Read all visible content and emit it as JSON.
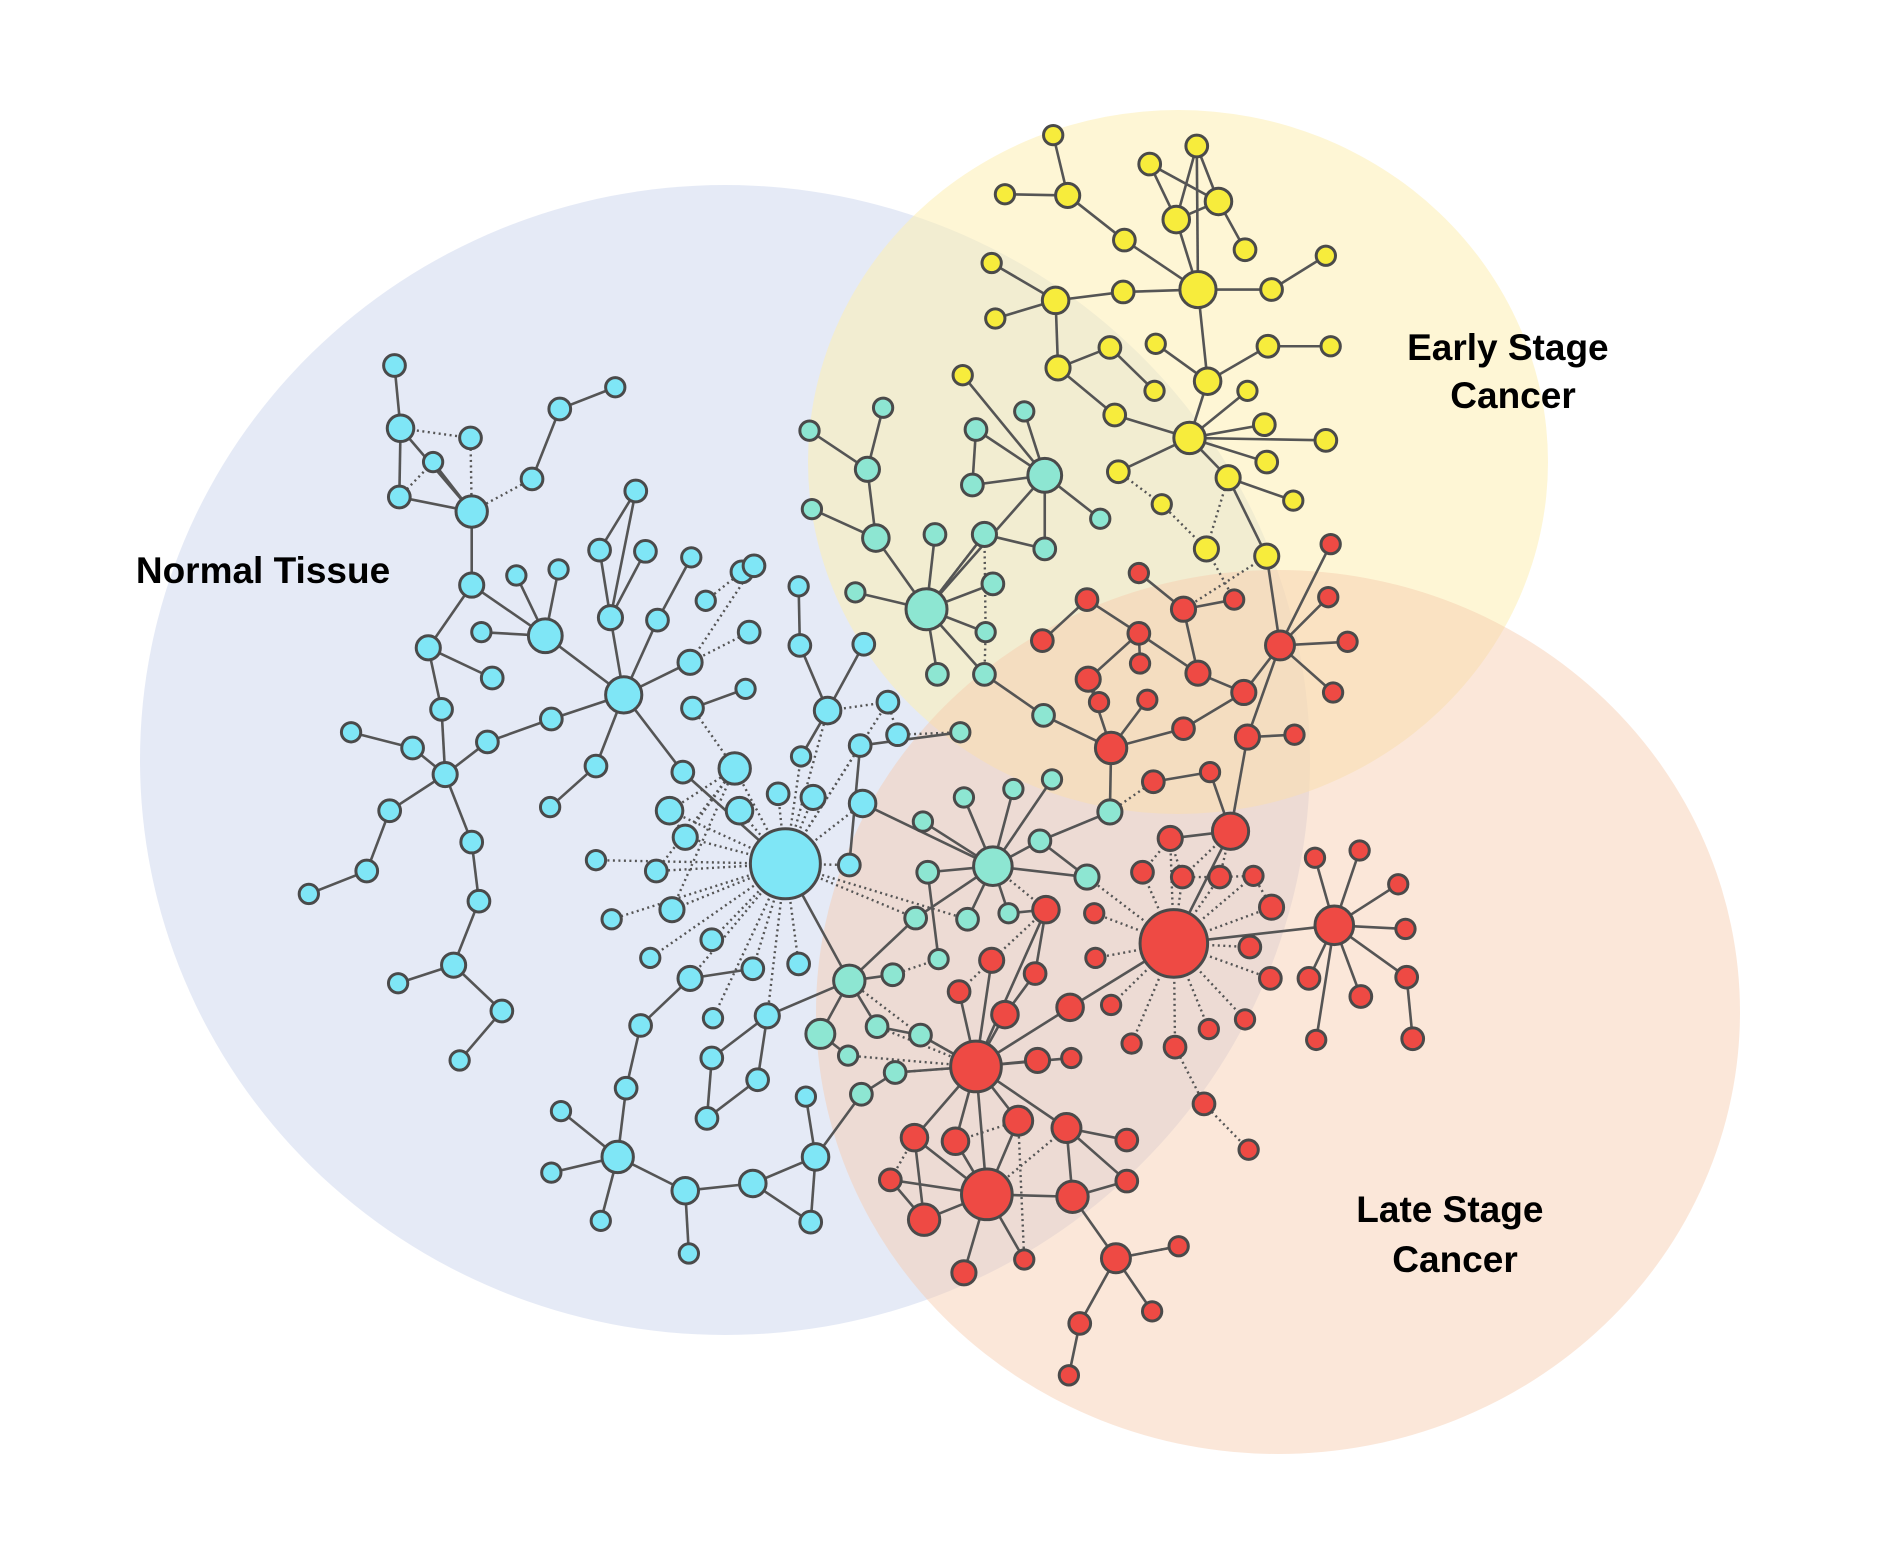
{
  "regions": [
    {
      "id": "normal",
      "label_lines": [
        "Normal Tissue"
      ],
      "fill": "#c5d0ec",
      "opacity": 0.45
    },
    {
      "id": "early",
      "label_lines": [
        "Early Stage",
        "Cancer"
      ],
      "fill": "#fdeeb3",
      "opacity": 0.55
    },
    {
      "id": "late",
      "label_lines": [
        "Late Stage",
        "Cancer"
      ],
      "fill": "#f6c9ab",
      "opacity": 0.45
    }
  ],
  "node_colors": {
    "normal": "#7fe6f6",
    "transition": "#8de6d2",
    "early": "#f7ec3c",
    "late": "#ee4a44"
  },
  "icons": [
    "network-node-circle"
  ]
}
